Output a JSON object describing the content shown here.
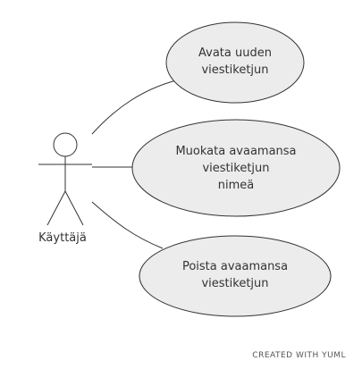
{
  "actor": {
    "label": "Käyttäjä"
  },
  "use_cases": [
    {
      "lines": [
        "Avata uuden",
        "viestiketjun"
      ]
    },
    {
      "lines": [
        "Muokata avaamansa",
        "viestiketjun",
        "nimeä"
      ]
    },
    {
      "lines": [
        "Poista avaamansa",
        "viestiketjun"
      ]
    }
  ],
  "footer": {
    "text": "CREATED WITH YUML"
  },
  "colors": {
    "ellipse_fill": "#ececec",
    "stroke": "#333333"
  }
}
